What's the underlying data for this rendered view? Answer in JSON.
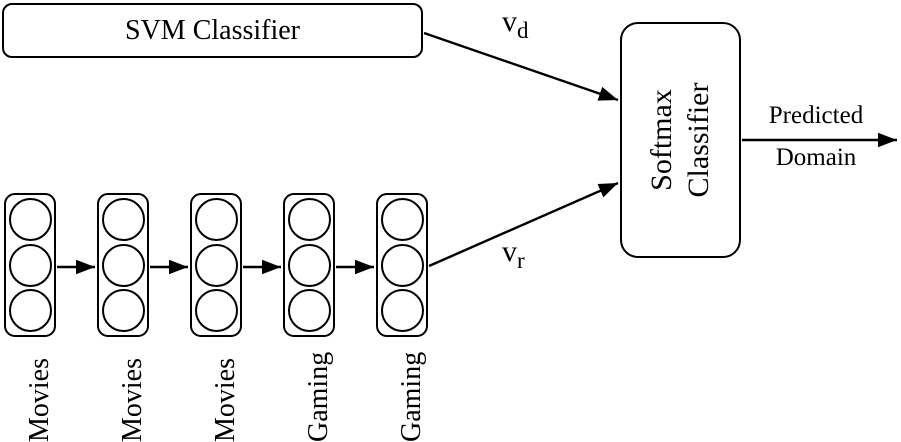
{
  "diagram": {
    "svm_box": {
      "label": "SVM Classifier"
    },
    "softmax_box": {
      "line1": "Softmax",
      "line2": "Classifier"
    },
    "vd_label": {
      "base": "v",
      "sub": "d"
    },
    "vr_label": {
      "base": "v",
      "sub": "r"
    },
    "output_label": {
      "line1": "Predicted",
      "line2": "Domain"
    },
    "rnn_cells": [
      {
        "label": "Movies"
      },
      {
        "label": "Movies"
      },
      {
        "label": "Movies"
      },
      {
        "label": "Gaming"
      },
      {
        "label": "Gaming"
      }
    ],
    "colors": {
      "stroke": "#000000",
      "background": "#ffffff"
    }
  }
}
